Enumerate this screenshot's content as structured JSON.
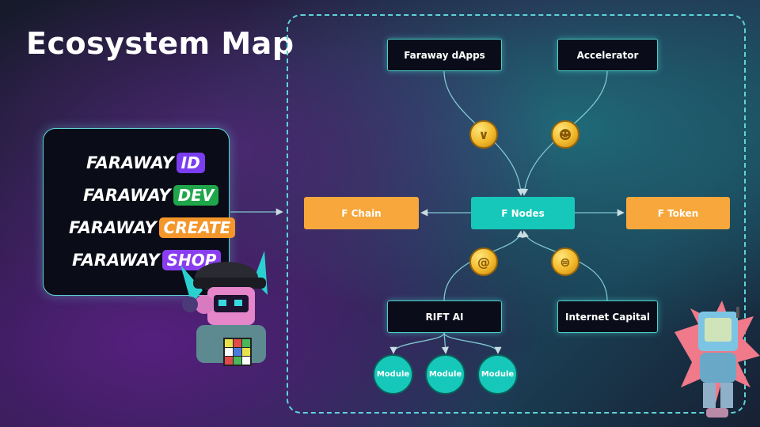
{
  "title": "Ecosystem Map",
  "brands": [
    {
      "word": "FARAWAY",
      "tag": "ID",
      "color": "#7b3df0"
    },
    {
      "word": "FARAWAY",
      "tag": "DEV",
      "color": "#1fa64a"
    },
    {
      "word": "FARAWAY",
      "tag": "CREATE",
      "color": "#f5962b"
    },
    {
      "word": "FARAWAY",
      "tag": "SHOP",
      "color": "#8a3df0"
    }
  ],
  "nodes": {
    "faraway_dapps": "Faraway dApps",
    "accelerator": "Accelerator",
    "f_chain": "F Chain",
    "f_nodes": "F Nodes",
    "f_token": "F Token",
    "rift_ai": "RIFT AI",
    "internet_capital": "Internet Capital",
    "modules": [
      "Module",
      "Module",
      "Module"
    ]
  },
  "colors": {
    "accent_teal": "#16c8b9",
    "accent_orange": "#f7a73b",
    "frame": "#5fd3d8"
  }
}
